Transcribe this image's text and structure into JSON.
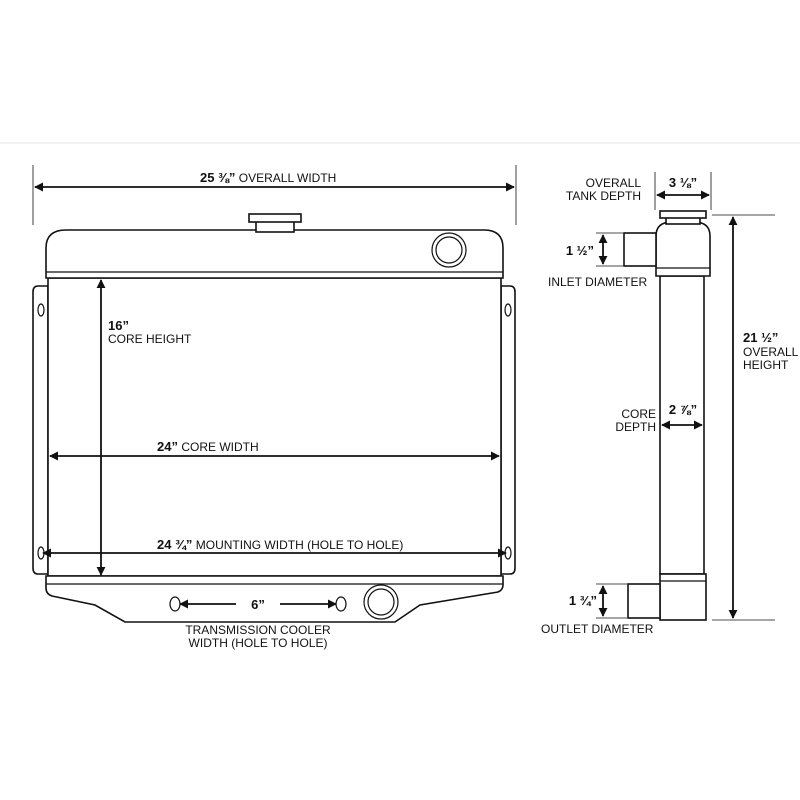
{
  "front_view": {
    "overall_width": {
      "value": "25 ⅜”",
      "label": "OVERALL WIDTH"
    },
    "core_height": {
      "value": "16”",
      "label": "CORE HEIGHT"
    },
    "core_width": {
      "value": "24”",
      "label": "CORE WIDTH"
    },
    "mounting_width": {
      "value": "24 ¾”",
      "label": "MOUNTING WIDTH (HOLE TO HOLE)"
    },
    "trans_cooler": {
      "value": "6”",
      "label_line1": "TRANSMISSION COOLER",
      "label_line2": "WIDTH (HOLE TO HOLE)"
    }
  },
  "side_view": {
    "tank_depth": {
      "value": "3 ⅛”",
      "label_line1": "OVERALL",
      "label_line2": "TANK DEPTH"
    },
    "inlet": {
      "value": "1 ½”",
      "label": "INLET DIAMETER"
    },
    "core_depth": {
      "value": "2 ⅞”",
      "label_line1": "CORE",
      "label_line2": "DEPTH"
    },
    "overall_height": {
      "value": "21 ½”",
      "label_line1": "OVERALL",
      "label_line2": "HEIGHT"
    },
    "outlet": {
      "value": "1 ¾”",
      "label": "OUTLET DIAMETER"
    }
  }
}
